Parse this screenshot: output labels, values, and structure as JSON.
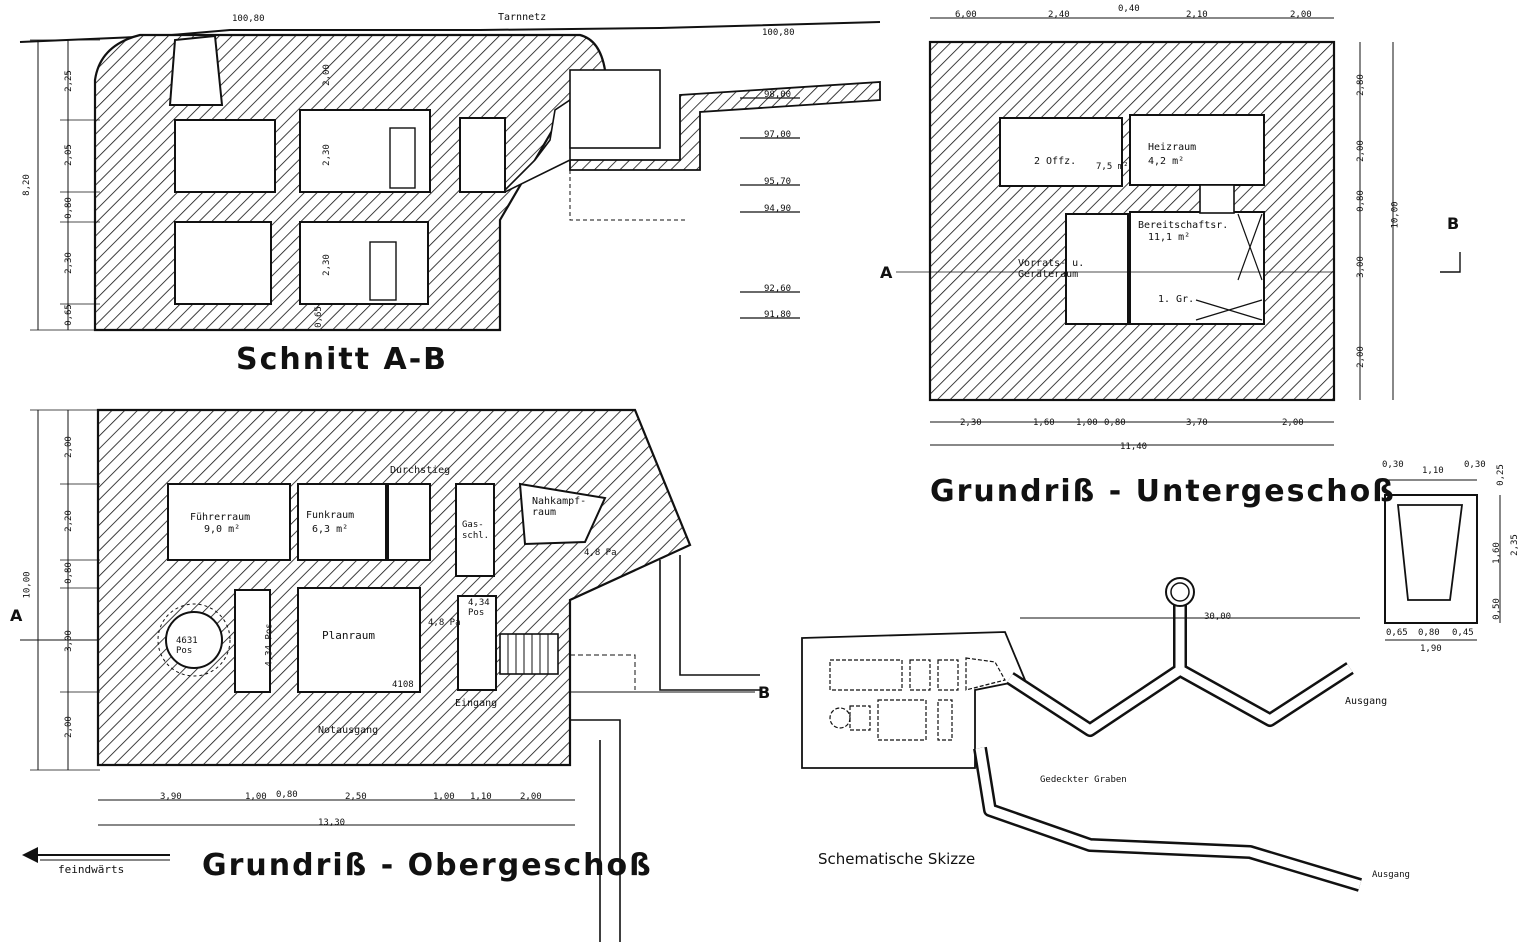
{
  "titles": {
    "section": "Schnitt A-B",
    "ground_upper": "Grundriß - Obergeschoß",
    "ground_lower": "Grundriß - Untergeschoß",
    "sketch": "Schematische Skizze",
    "enemy_direction": "feindwärts"
  },
  "markers": {
    "a": "A",
    "b": "B"
  },
  "section_labels": {
    "camouflage": "Tarnnetz",
    "levels": [
      "100,80",
      "100,80",
      "98,00",
      "97,00",
      "95,70",
      "94,90",
      "92,60",
      "91,80"
    ],
    "left_dims": [
      "2,25",
      "2,05",
      "0,80",
      "2,30",
      "0,65"
    ],
    "total_height": "8,20",
    "inner_dims": [
      "2,00",
      "2,30",
      "2,30",
      "0,65"
    ]
  },
  "upper_rooms": {
    "fuehrer": "Führerraum",
    "fuehrer_area": "9,0 m²",
    "funk": "Funkraum",
    "funk_area": "6,3 m²",
    "durchstieg": "Durchstieg",
    "gasschl": "Gas-schl.",
    "nahkampf": "Nahkampf-raum",
    "planraum": "Planraum",
    "normausgang": "Notausgang",
    "eingang": "Eingang",
    "pos_left": "4631 Pos",
    "pos_mid": "4,34 Pos",
    "pos_right": "4,34 Pos",
    "pos_plan": "4108",
    "pos_door": "4,8 Pa",
    "pos_stair": "4,8 Pa"
  },
  "upper_dims": {
    "left": [
      "2,00",
      "2,20",
      "0,80",
      "3,00",
      "2,00"
    ],
    "total": "10,00",
    "bottom": [
      "3,90",
      "1,00",
      "0,80",
      "2,50",
      "1,00",
      "1,10",
      "2,00"
    ],
    "bottom_total": "13,30"
  },
  "lower_rooms": {
    "offz": "2 Offz.",
    "heiz": "Heizraum",
    "heiz_area": "4,2 m²",
    "small_area": "7,5 m²",
    "bereitschaft": "Bereitschaftsr.",
    "bereitschaft_area": "11,1 m²",
    "vorrat": "Vorrats- u. Geräteraum",
    "gerae": "1. Gr."
  },
  "lower_dims": {
    "top": [
      "6,00",
      "2,40",
      "0,40",
      "2,10",
      "2,00"
    ],
    "right": [
      "2,80",
      "2,00",
      "0,80",
      "3,00",
      "2,00"
    ],
    "total_right": "10,00",
    "bottom": [
      "2,30",
      "1,60",
      "1,00",
      "0,80",
      "3,70",
      "2,00"
    ],
    "bottom_total": "11,40"
  },
  "vent_dims": {
    "top": [
      "0,30",
      "1,10",
      "0,30"
    ],
    "side": [
      "0,25",
      "1,60",
      "0,50"
    ],
    "side_total": "2,35",
    "bottom": [
      "0,65",
      "0,80",
      "0,45"
    ],
    "bottom_total": "1,90"
  },
  "sketch_labels": {
    "length": "30,00",
    "ausgang_top": "Ausgang",
    "trench": "Gedeckter Graben",
    "ausgang_bottom": "Ausgang"
  }
}
